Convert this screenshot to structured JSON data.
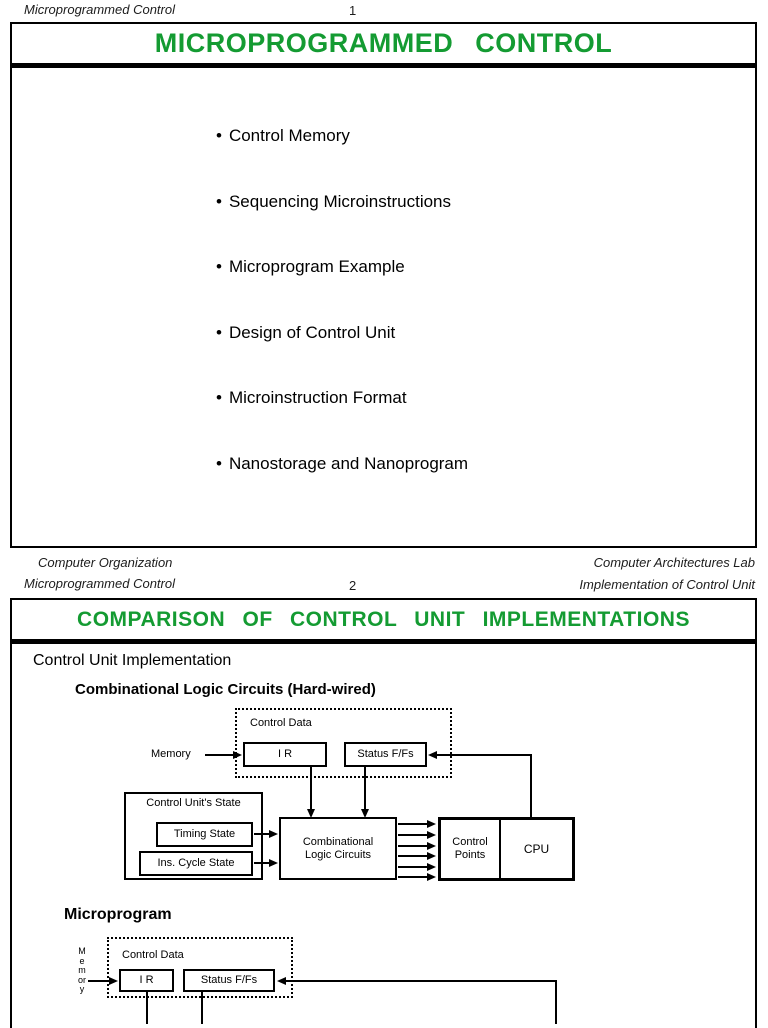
{
  "slide1": {
    "header_left": "Microprogrammed Control",
    "page_number": "1",
    "title": "MICROPROGRAMMED CONTROL",
    "bullets": [
      "Control Memory",
      "Sequencing Microinstructions",
      "Microprogram Example",
      "Design of Control Unit",
      "Microinstruction Format",
      "Nanostorage and Nanoprogram"
    ],
    "footer_left": "Computer Organization",
    "footer_right": "Computer Architectures Lab"
  },
  "slide2": {
    "header_left": "Microprogrammed Control",
    "page_number": "2",
    "header_right": "Implementation of Control Unit",
    "title": "COMPARISON OF CONTROL UNIT IMPLEMENTATIONS",
    "section_heading": "Control Unit Implementation",
    "hardwired": {
      "subheading": "Combinational Logic Circuits (Hard-wired)",
      "memory_label": "Memory",
      "control_data_label": "Control Data",
      "ir_label": "I R",
      "status_label": "Status F/Fs",
      "control_unit_state_label": "Control Unit's State",
      "timing_state_label": "Timing State",
      "ins_cycle_state_label": "Ins. Cycle State",
      "combinational_logic_label": "Combinational Logic Circuits",
      "control_points_label": "Control Points",
      "cpu_label": "CPU"
    },
    "microprogram": {
      "subheading": "Microprogram",
      "memory_label": "Memory",
      "control_data_label": "Control Data",
      "ir_label": "I R",
      "status_label": "Status F/Fs"
    }
  },
  "colors": {
    "title_green": "#149b32",
    "line_black": "#000000"
  },
  "bullet_glyph": "•"
}
